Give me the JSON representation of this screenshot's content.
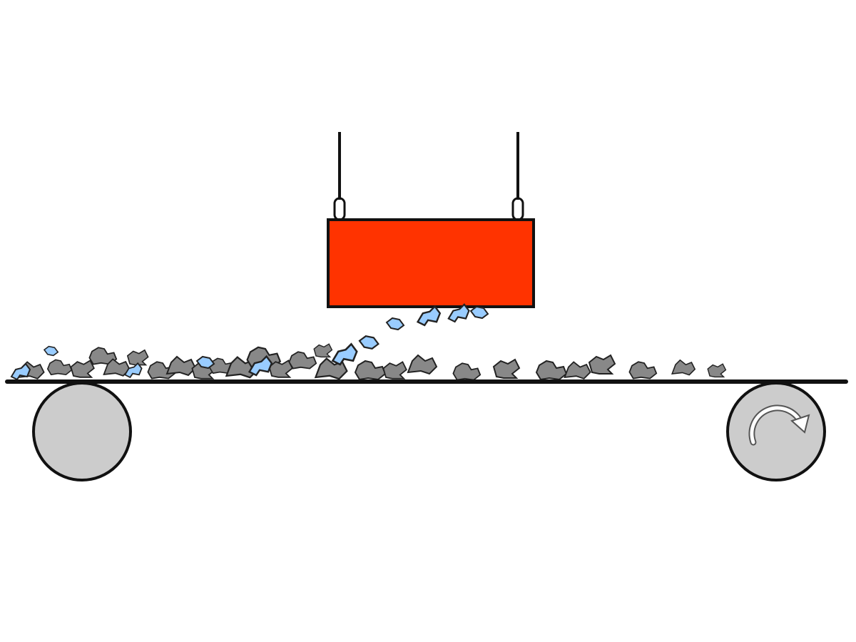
{
  "title": "",
  "colors": {
    "background": "#ffffff",
    "magnet": "#ff3300",
    "outline": "#111111",
    "roller": "#cccccc",
    "rock": "#888888",
    "metal_fragment": "#99ccff",
    "rotation_arrow": "#ffffff"
  },
  "components": {
    "magnet": {
      "icon": "suspended-magnet-block"
    },
    "conveyor_belt": {
      "icon": "belt-line"
    },
    "rollers": [
      {
        "icon": "idler-roller"
      },
      {
        "icon": "drive-roller",
        "rotation": "clockwise"
      }
    ],
    "material": {
      "rock_icon": "gray-rock-fragment",
      "metal_icon": "blue-metal-fragment"
    }
  }
}
